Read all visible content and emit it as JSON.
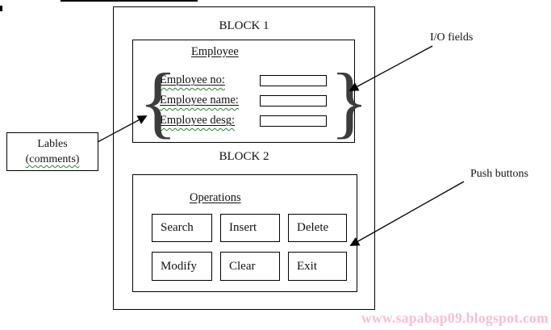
{
  "block1": {
    "title": "BLOCK 1",
    "employee_panel": {
      "heading": "Employee",
      "fields": [
        {
          "label": "Employee no:",
          "value": ""
        },
        {
          "label": "Employee name:",
          "value": ""
        },
        {
          "label": "Employee desg:",
          "value": ""
        }
      ]
    }
  },
  "block2": {
    "title": "BLOCK 2",
    "operations_panel": {
      "heading": "Operations",
      "buttons": [
        "Search",
        "Insert",
        "Delete",
        "Modify",
        "Clear",
        "Exit"
      ]
    }
  },
  "annotations": {
    "io_fields": {
      "label": "I/O fields"
    },
    "labels_comments": {
      "line1": "Lables",
      "line2": "(comments)"
    },
    "push_buttons": {
      "label": "Push buttons"
    }
  },
  "decorations": {
    "left_brace": "{",
    "right_brace": "}"
  },
  "watermark": {
    "text": "www.sapabap09.blogspot.com",
    "color": "#f8bed2"
  },
  "colors": {
    "line": "#000000",
    "squiggle": "#2e7d32"
  }
}
